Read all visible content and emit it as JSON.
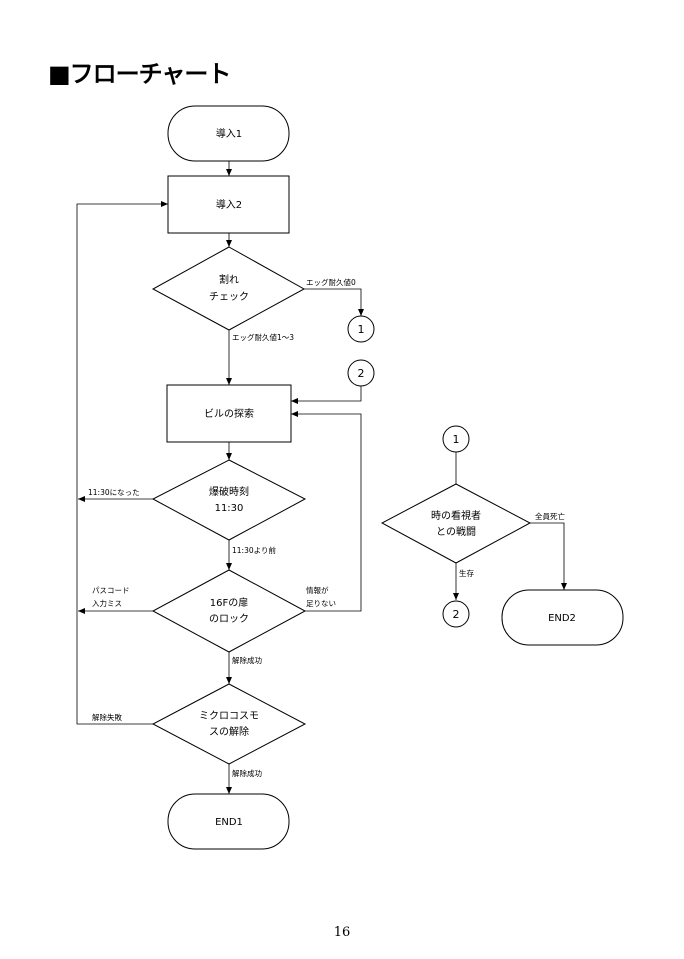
{
  "title": "■フローチャート",
  "page_number": "16",
  "nodes": {
    "intro1": "導入1",
    "intro2": "導入2",
    "crack_check": [
      "割れ",
      "チェック"
    ],
    "explore": "ビルの探索",
    "blast_time": [
      "爆破時刻",
      "11:30"
    ],
    "door_lock": [
      "16Fの扉",
      "のロック"
    ],
    "microcosmos": [
      "ミクロコスモ",
      "スの解除"
    ],
    "end1": "END1",
    "watcher_fight": [
      "時の看視者",
      "との戦闘"
    ],
    "end2": "END2"
  },
  "connectors": {
    "one": "1",
    "two": "2"
  },
  "edges": {
    "egg_zero": "エッグ耐久値0",
    "egg_one_three": "エッグ耐久値1〜3",
    "became_1130": "11:30になった",
    "before_1130": "11:30より前",
    "password_miss": [
      "パスコード",
      "入力ミス"
    ],
    "info_lacking": [
      "情報が",
      "足りない"
    ],
    "unlock_success_1": "解除成功",
    "unlock_fail": "解除失敗",
    "unlock_success_2": "解除成功",
    "all_dead": "全員死亡",
    "survive": "生存"
  }
}
